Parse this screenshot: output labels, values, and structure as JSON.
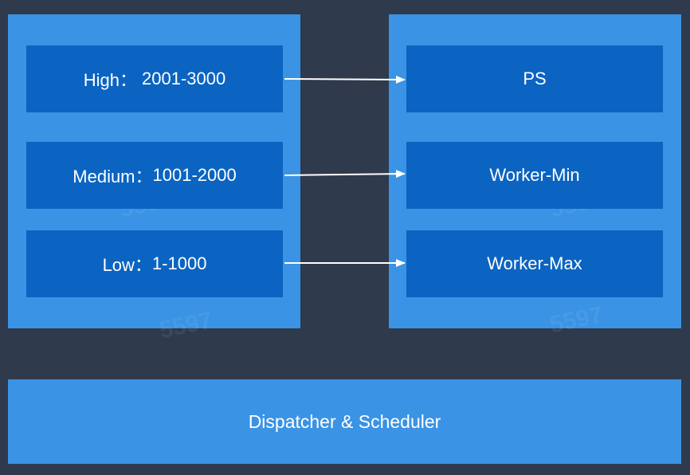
{
  "left_group": {
    "items": [
      {
        "name": "High：",
        "range": "2001-3000"
      },
      {
        "name": "Medium：",
        "range": "1001-2000"
      },
      {
        "name": "Low：",
        "range": "1-1000"
      }
    ]
  },
  "right_group": {
    "items": [
      {
        "label": "PS"
      },
      {
        "label": "Worker-Min"
      },
      {
        "label": "Worker-Max"
      }
    ]
  },
  "dispatcher": {
    "label": "Dispatcher & Scheduler"
  },
  "watermark": {
    "text": "5597"
  },
  "colors": {
    "background": "#2f3a4c",
    "panel": "#3a93e4",
    "box": "#0b64c2",
    "text": "#ffffff",
    "arrow": "#ffffff"
  }
}
